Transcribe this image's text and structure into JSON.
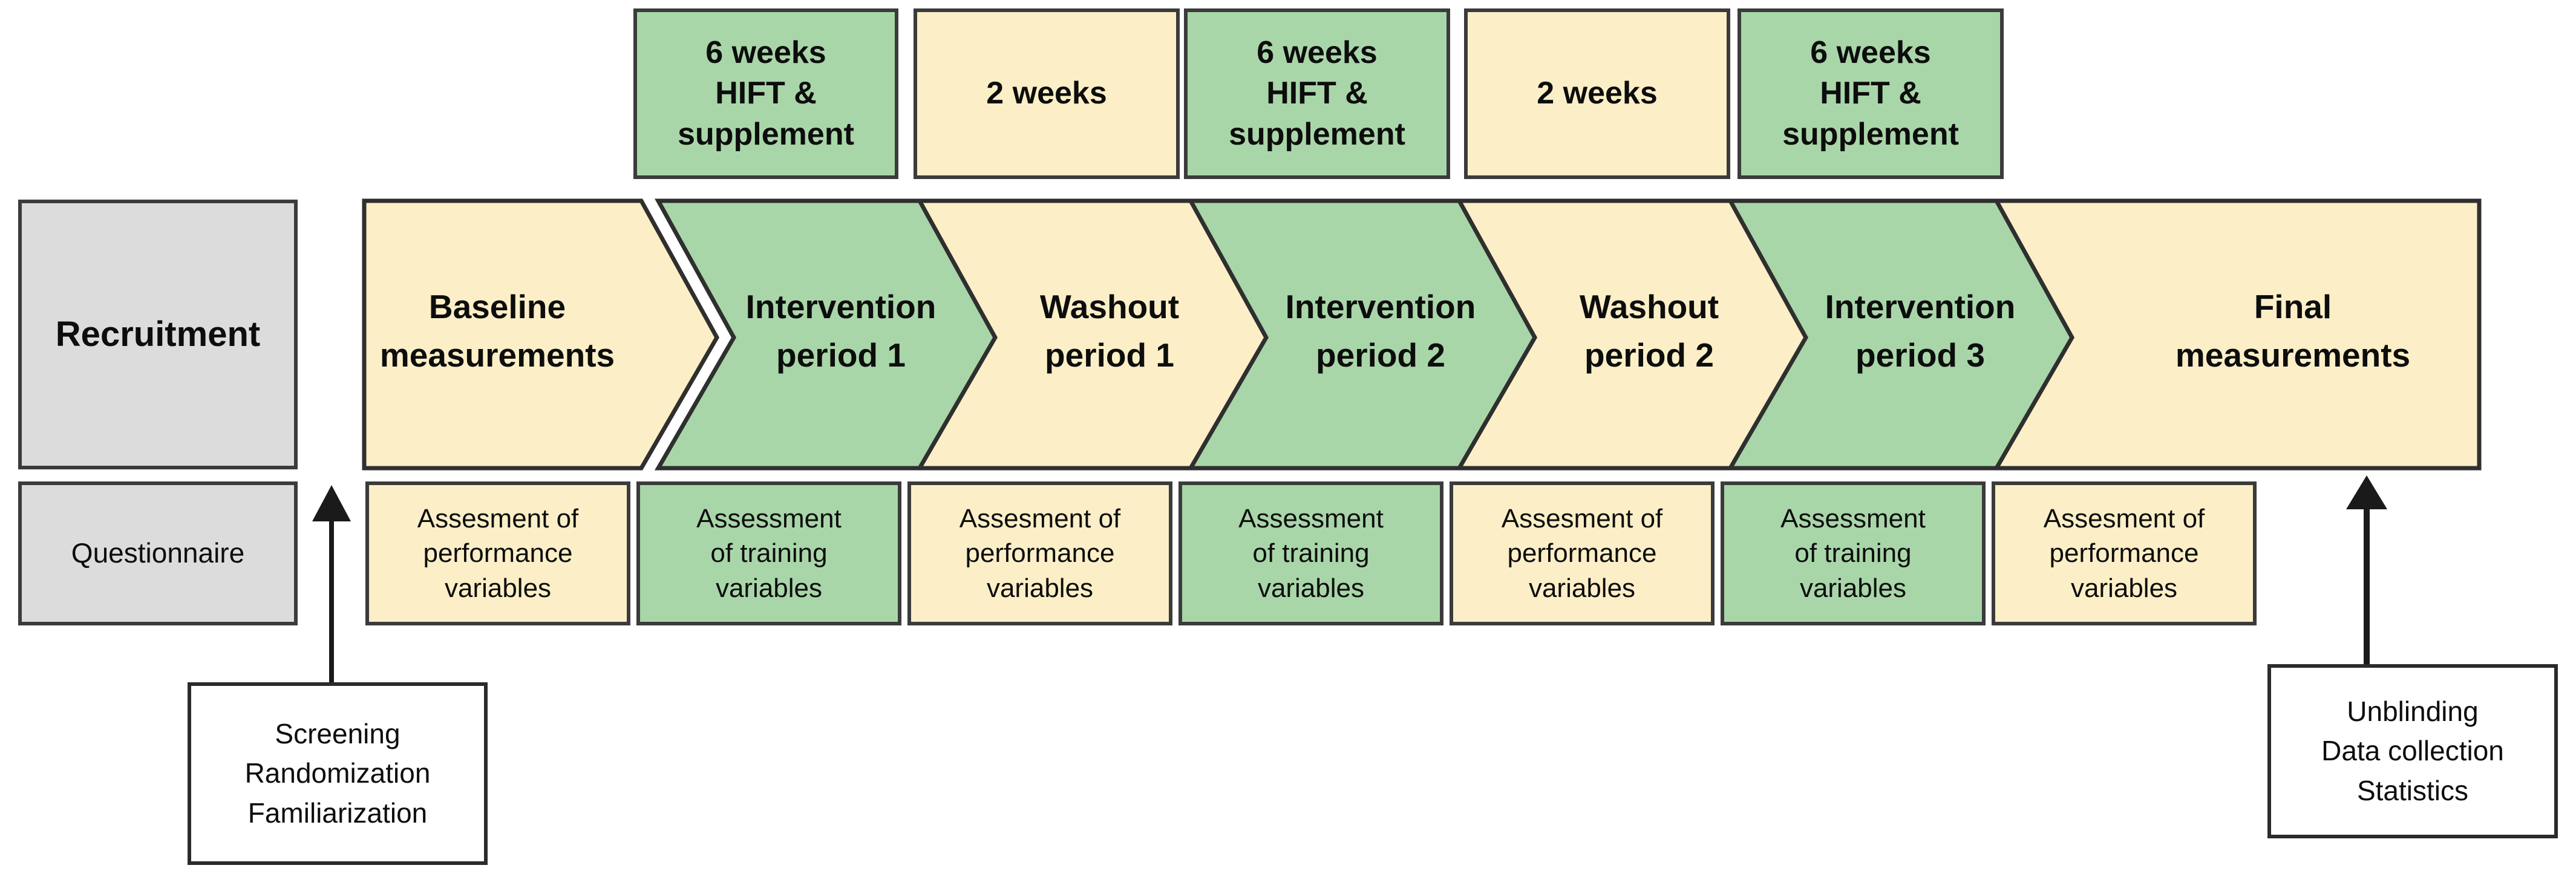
{
  "diagram": {
    "title": "Randomized crossover study design flow diagram",
    "colors": {
      "green": "#A9D6A9",
      "yellow": "#FCEFC7",
      "grey": "#DCDCDC",
      "border": "#3b3b3b",
      "text": "#0d0d0d"
    }
  },
  "left_column": {
    "recruitment_label": "Recruitment",
    "questionnaire_label": "Questionnaire"
  },
  "duration_row": [
    {
      "label": "6 weeks\nHIFT &\nsupplement",
      "color": "green"
    },
    {
      "label": "2 weeks",
      "color": "yellow"
    },
    {
      "label": "6 weeks\nHIFT &\nsupplement",
      "color": "green"
    },
    {
      "label": "2 weeks",
      "color": "yellow"
    },
    {
      "label": "6 weeks\nHIFT &\nsupplement",
      "color": "green"
    }
  ],
  "phase_row": [
    {
      "label": "Baseline\nmeasurements",
      "color": "yellow"
    },
    {
      "label": "Intervention\nperiod 1",
      "color": "green"
    },
    {
      "label": "Washout\nperiod 1",
      "color": "yellow"
    },
    {
      "label": "Intervention\nperiod 2",
      "color": "green"
    },
    {
      "label": "Washout\nperiod 2",
      "color": "yellow"
    },
    {
      "label": "Intervention\nperiod 3",
      "color": "green"
    },
    {
      "label": "Final\nmeasurements",
      "color": "yellow"
    }
  ],
  "assessment_row": [
    {
      "label": "Assesment of\nperformance\nvariables",
      "color": "yellow"
    },
    {
      "label": "Assessment\nof training\nvariables",
      "color": "green"
    },
    {
      "label": "Assesment of\nperformance\nvariables",
      "color": "yellow"
    },
    {
      "label": "Assessment\nof training\nvariables",
      "color": "green"
    },
    {
      "label": "Assesment of\nperformance\nvariables",
      "color": "yellow"
    },
    {
      "label": "Assessment\nof training\nvariables",
      "color": "green"
    },
    {
      "label": "Assesment of\nperformance\nvariables",
      "color": "yellow"
    }
  ],
  "callouts": {
    "left": "Screening\nRandomization\nFamiliarization",
    "right": "Unblinding\nData collection\nStatistics"
  }
}
